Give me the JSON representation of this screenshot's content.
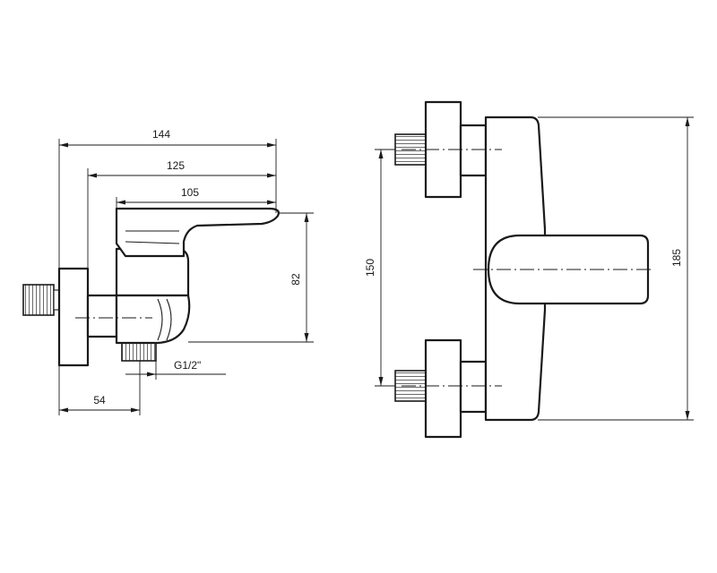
{
  "side_view": {
    "dimensions": {
      "overall_length": "144",
      "mid_length": "125",
      "handle_length": "105",
      "height": "82",
      "wall_to_outlet": "54"
    },
    "outlet_thread": "G1/2\""
  },
  "front_view": {
    "dimensions": {
      "inlet_spacing": "150",
      "body_height": "185"
    }
  }
}
